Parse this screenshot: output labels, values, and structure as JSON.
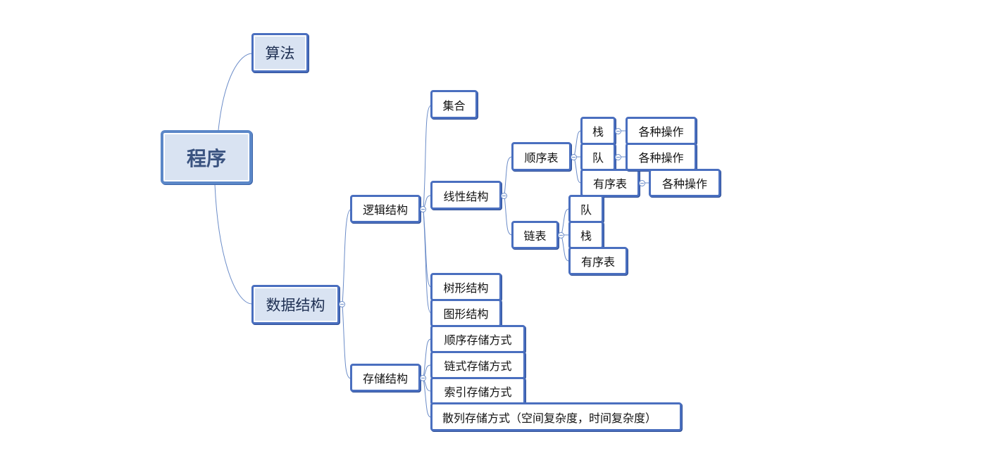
{
  "mindmap": {
    "root": "程序",
    "algorithm": "算法",
    "data_structure": "数据结构",
    "logical_structure": "逻辑结构",
    "storage_structure": "存储结构",
    "set": "集合",
    "linear_structure": "线性结构",
    "sequential_list": "顺序表",
    "linked_list": "链表",
    "seq_stack": "栈",
    "seq_queue": "队",
    "seq_ordered_list": "有序表",
    "seq_stack_ops": "各种操作",
    "seq_queue_ops": "各种操作",
    "seq_ordered_ops": "各种操作",
    "linked_queue": "队",
    "linked_stack": "栈",
    "linked_ordered_list": "有序表",
    "tree_structure": "树形结构",
    "graph_structure": "图形结构",
    "sequential_storage": "顺序存储方式",
    "chained_storage": "链式存储方式",
    "indexed_storage": "索引存储方式",
    "hashed_storage": "散列存储方式（空间复杂度，时间复杂度）"
  },
  "colors": {
    "node_border": "#4a6fbf",
    "main_fill": "#d9e3f2",
    "connector": "#6b8cc8",
    "root_text": "#3a5380"
  }
}
